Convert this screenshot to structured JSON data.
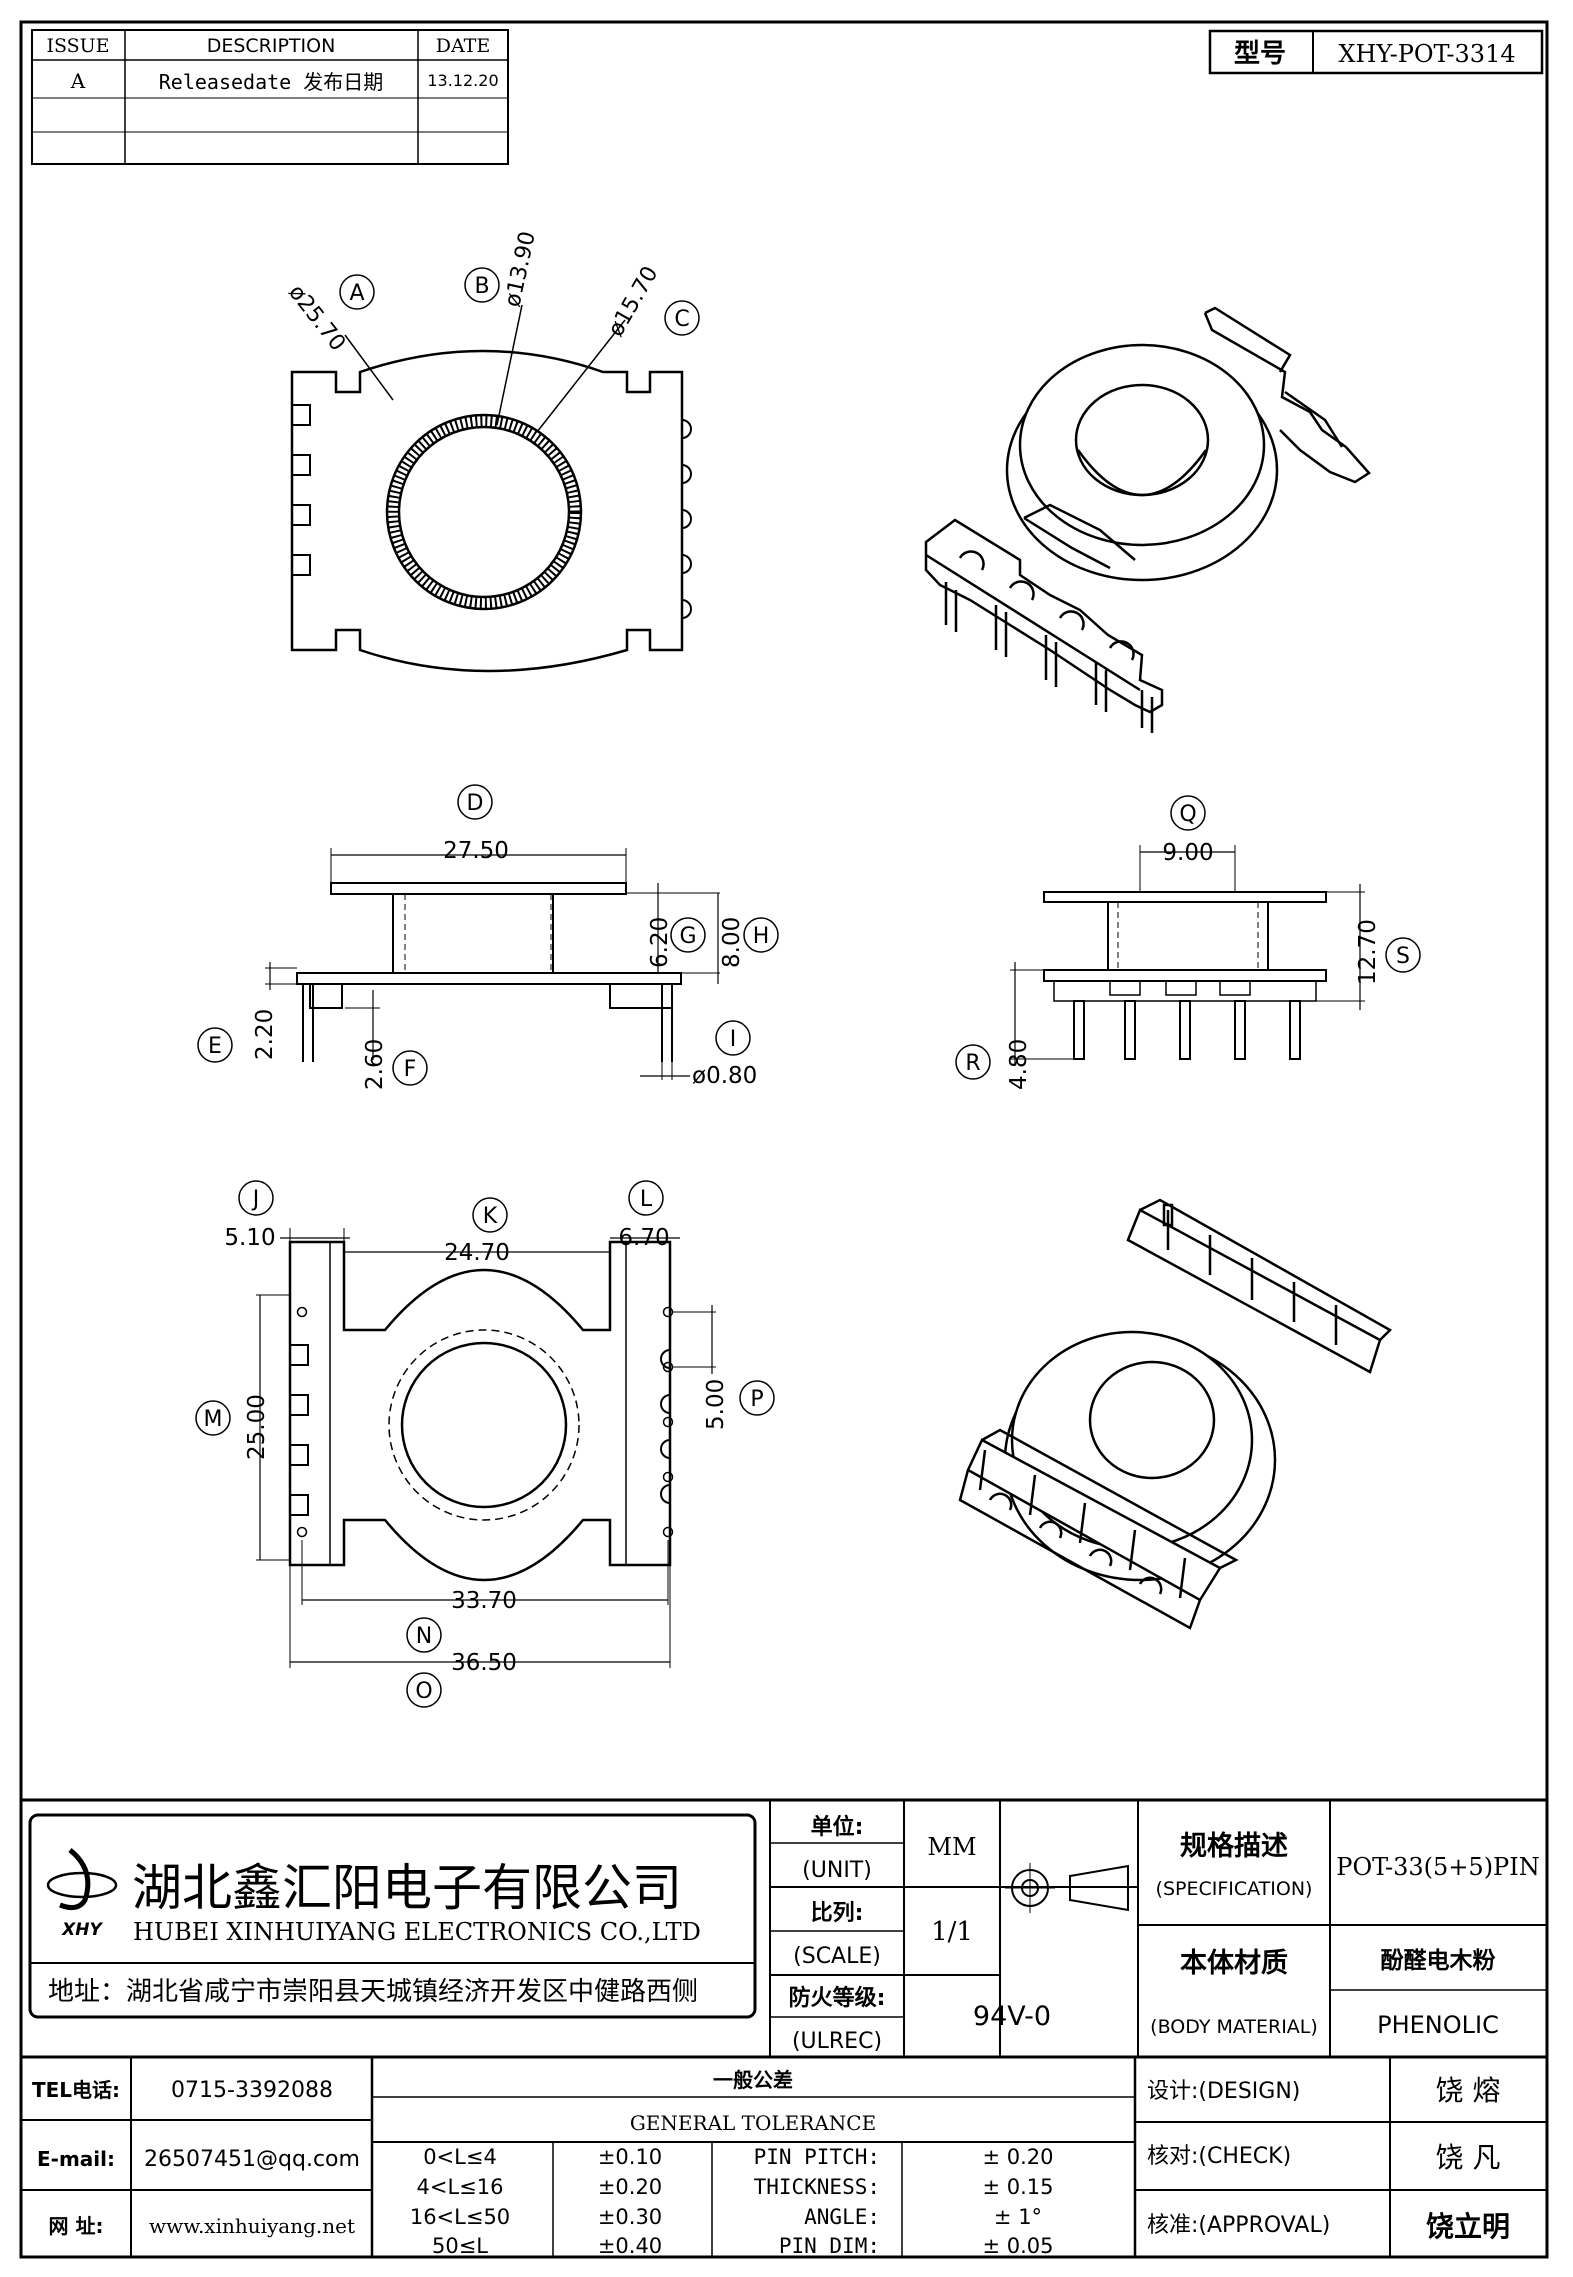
{
  "revision_table": {
    "headers": [
      "ISSUE",
      "DESCRIPTION",
      "DATE"
    ],
    "rows": [
      [
        "A",
        "Releasedate 发布日期",
        "13.12.20"
      ],
      [
        "",
        "",
        ""
      ],
      [
        "",
        "",
        ""
      ]
    ]
  },
  "part_number": {
    "label": "型号",
    "value": "XHY-POT-3314"
  },
  "top_view": {
    "callouts": {
      "A": "A",
      "B": "B",
      "C": "C"
    },
    "dims": {
      "A": "ø25.70",
      "B": "ø13.90",
      "C": "ø15.70"
    }
  },
  "front_view": {
    "callouts": {
      "D": "D",
      "E": "E",
      "F": "F",
      "G": "G",
      "H": "H",
      "I": "I"
    },
    "dims": {
      "D": "27.50",
      "E": "2.20",
      "F": "2.60",
      "G": "6.20",
      "H": "8.00",
      "I": "ø0.80"
    }
  },
  "side_view": {
    "callouts": {
      "Q": "Q",
      "R": "R",
      "S": "S"
    },
    "dims": {
      "Q": "9.00",
      "R": "4.80",
      "S": "12.70"
    }
  },
  "bottom_view": {
    "callouts": {
      "J": "J",
      "K": "K",
      "L": "L",
      "M": "M",
      "N": "N",
      "O": "O",
      "P": "P"
    },
    "dims": {
      "J": "5.10",
      "K": "24.70",
      "L": "6.70",
      "M": "25.00",
      "N": "33.70",
      "O": "36.50",
      "P": "5.00"
    }
  },
  "title_block": {
    "company_cn": "湖北鑫汇阳电子有限公司",
    "company_en": "HUBEI XINHUIYANG ELECTRONICS CO.,LTD",
    "logo_text": "XHY",
    "address": "地址：湖北省咸宁市崇阳县天城镇经济开发区中健路西侧",
    "unit_label_cn": "单位:",
    "unit_label_en": "(UNIT)",
    "unit_value": "MM",
    "scale_label_cn": "比列:",
    "scale_label_en": "(SCALE)",
    "scale_value": "1/1",
    "fire_label_cn": "防火等级:",
    "fire_label_en": "(ULREC)",
    "fire_value": "94V-0",
    "spec_label_cn": "规格描述",
    "spec_label_en": "(SPECIFICATION)",
    "spec_value": "POT-33(5+5)PIN",
    "material_label_cn": "本体材质",
    "material_label_en": "(BODY MATERIAL)",
    "material_value_cn": "酚醛电木粉",
    "material_value_en": "PHENOLIC"
  },
  "contact": {
    "tel_label": "TEL电话:",
    "tel_value": "0715-3392088",
    "email_label": "E-mail:",
    "email_value": "26507451@qq.com",
    "web_label": "网  址:",
    "web_value": "www.xinhuiyang.net"
  },
  "tolerance": {
    "title_cn": "一般公差",
    "title_en": "GENERAL TOLERANCE",
    "ranges": [
      {
        "range": "0<L≤4",
        "tol": "±0.10"
      },
      {
        "range": "4<L≤16",
        "tol": "±0.20"
      },
      {
        "range": "16<L≤50",
        "tol": "±0.30"
      },
      {
        "range": "50≤L",
        "tol": "±0.40"
      }
    ],
    "specials": [
      {
        "name": "PIN PITCH:",
        "tol": "±  0.20"
      },
      {
        "name": "THICKNESS:",
        "tol": "±  0.15"
      },
      {
        "name": "ANGLE:",
        "tol": "±  1°"
      },
      {
        "name": "PIN DIM:",
        "tol": "±  0.05"
      }
    ]
  },
  "approvals": [
    {
      "role": "设计:(DESIGN)",
      "name": "饶  熔"
    },
    {
      "role": "核对:(CHECK)",
      "name": "饶  凡"
    },
    {
      "role": "核准:(APPROVAL)",
      "name": "饶立明"
    }
  ]
}
